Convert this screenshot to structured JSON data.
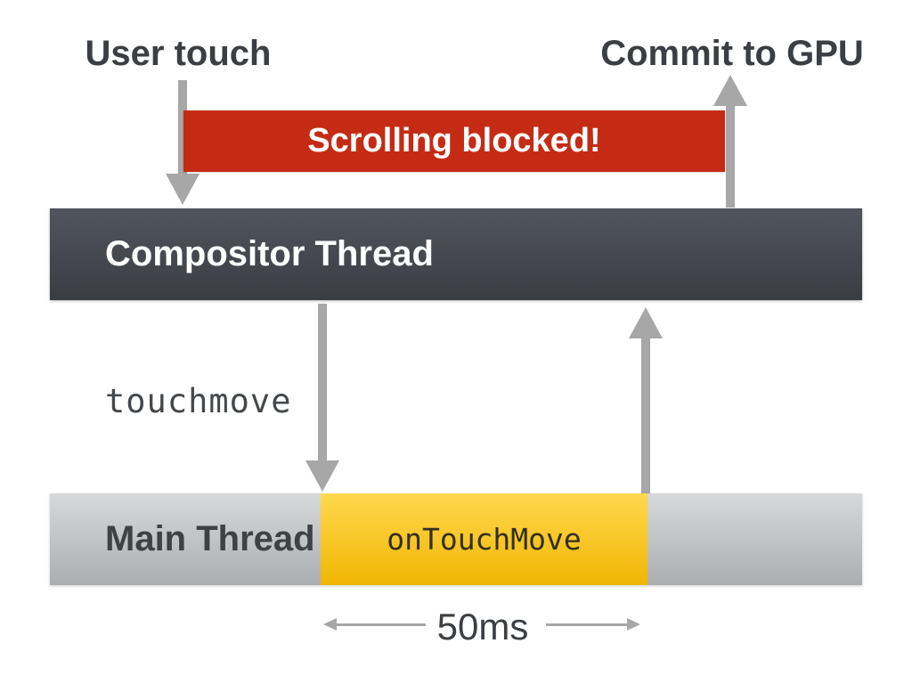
{
  "labels": {
    "user_touch": "User touch",
    "commit_to_gpu": "Commit to GPU",
    "scrolling_blocked": "Scrolling blocked!",
    "compositor_thread": "Compositor Thread",
    "touchmove": "touchmove",
    "main_thread": "Main Thread",
    "on_touch_move": "onTouchMove",
    "duration": "50ms"
  },
  "colors": {
    "blocked-red": "#C52B14",
    "arrow-gray": "#A7A7A7",
    "comp-top": "#51555D",
    "comp-bottom": "#3A3D42",
    "main-top": "#D7D9DA",
    "main-bottom": "#ABAEB0",
    "busy-top": "#FFD84E",
    "busy-bottom": "#F0B502",
    "text-dark": "#3B3E42",
    "main-text": "#3E4245",
    "busy-text": "#33301F"
  }
}
